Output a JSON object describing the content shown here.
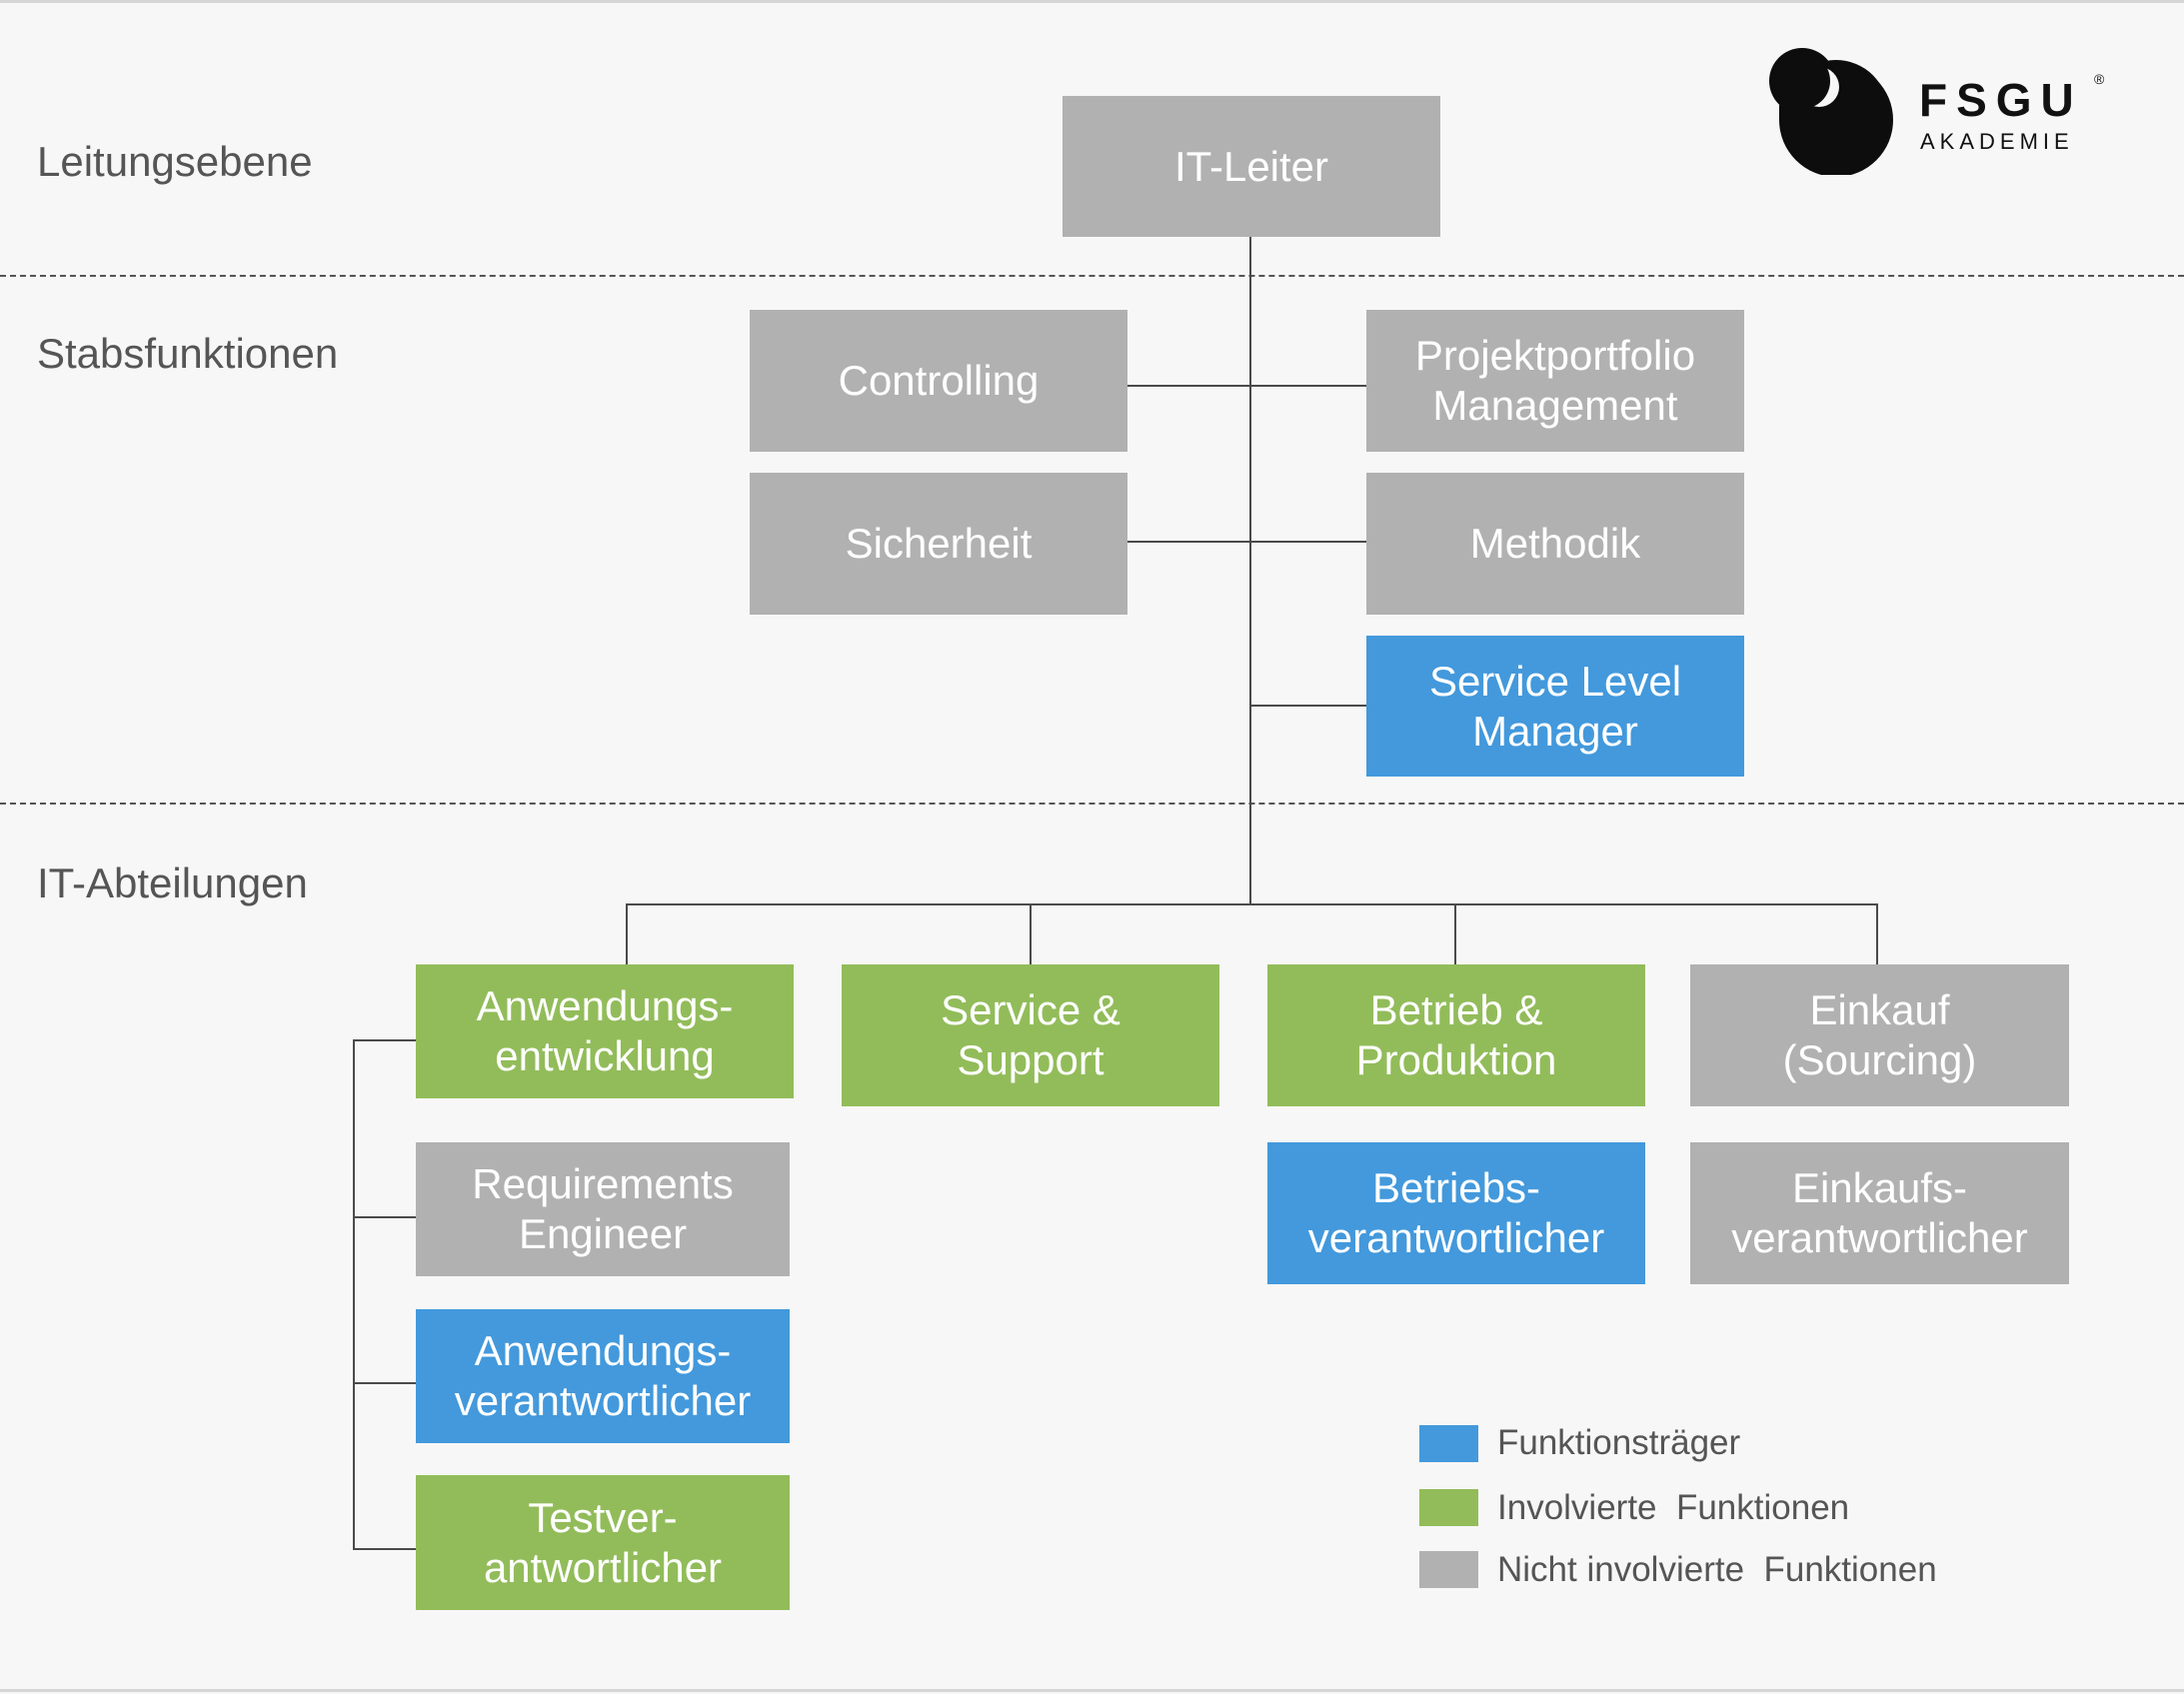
{
  "sections": {
    "leitung": "Leitungsebene",
    "stab": "Stabsfunktionen",
    "abteilungen": "IT-Abteilungen"
  },
  "boxes": {
    "it_leiter": "IT-Leiter",
    "controlling": "Controlling",
    "projektportfolio": "Projektportfolio\nManagement",
    "sicherheit": "Sicherheit",
    "methodik": "Methodik",
    "service_level_manager": "Service Level\nManager",
    "anwendungsentwicklung": "Anwendungs-\nentwicklung",
    "service_support": "Service &\nSupport",
    "betrieb_produktion": "Betrieb &\nProduktion",
    "einkauf": "Einkauf\n(Sourcing)",
    "requirements_engineer": "Requirements\nEngineer",
    "anwendungsverantwortlicher": "Anwendungs-\nverantwortlicher",
    "testverantwortlicher": "Testver-\nantwortlicher",
    "betriebsverantwortlicher": "Betriebs-\nverantwortlicher",
    "einkaufsverantwortlicher": "Einkaufs-\nverantwortlicher"
  },
  "legend": [
    {
      "label": "Funktionsträger",
      "color": "#4399dc"
    },
    {
      "label": "Involvierte  Funktionen",
      "color": "#92bc5a"
    },
    {
      "label": "Nicht involvierte  Funktionen",
      "color": "#b1b1b1"
    }
  ],
  "colors": {
    "gray": "#b1b1b1",
    "green": "#92bc5a",
    "blue": "#4399dc",
    "background": "#f7f7f7",
    "connector": "#4a4a4a"
  },
  "logo": {
    "brand": "FSGU",
    "registered": "®",
    "sub": "AKADEMIE"
  }
}
